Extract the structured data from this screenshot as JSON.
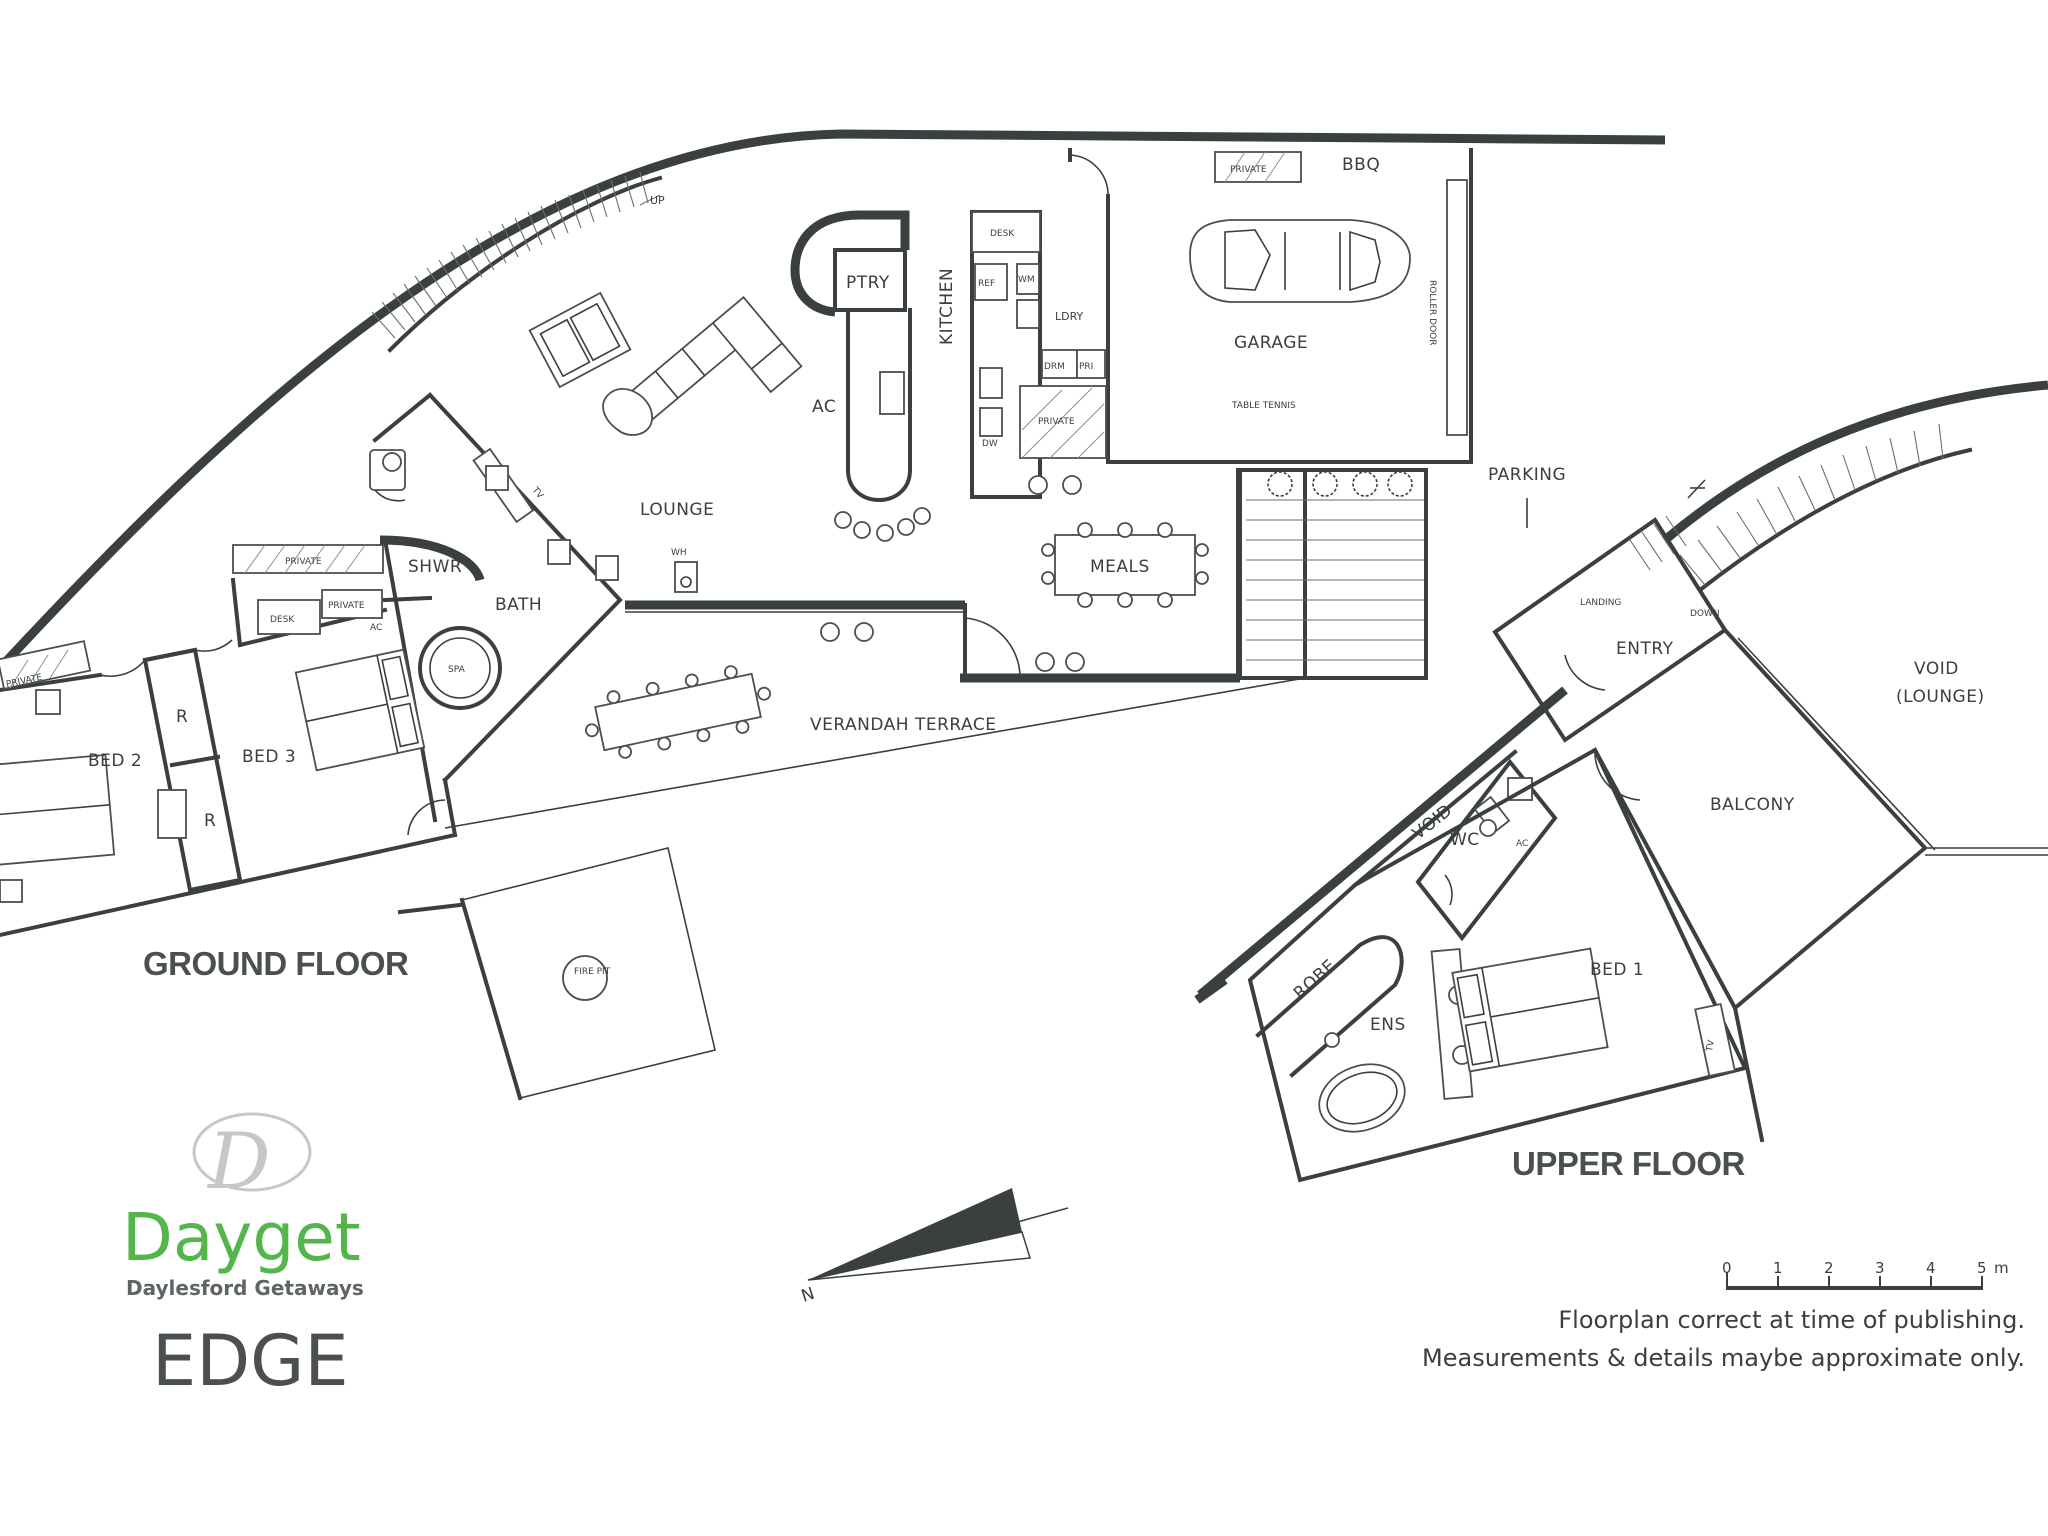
{
  "rooms": {
    "lounge": "LOUNGE",
    "kitchen": "KITCHEN",
    "pantry": "PTRY",
    "ac_kitchen": "AC",
    "desk_kitchen": "DESK",
    "ref": "REF",
    "wm": "WM",
    "ldry": "LDRY",
    "drm": "DRM",
    "pri": "PRI",
    "dw": "DW",
    "private_kitchen": "PRIVATE",
    "garage": "GARAGE",
    "table_tennis": "TABLE TENNIS",
    "roller_door": "ROLLER DOOR",
    "bbq": "BBQ",
    "private_garage": "PRIVATE",
    "meals": "MEALS",
    "verandah_terrace": "VERANDAH TERRACE",
    "parking": "PARKING",
    "bath": "BATH",
    "shwr": "SHWR",
    "spa": "SPA",
    "tv_lounge": "TV",
    "wh": "WH",
    "bed2": "BED 2",
    "bed3": "BED 3",
    "robe_r1": "R",
    "robe_r2": "R",
    "private_bed2": "PRIVATE",
    "private_hall": "PRIVATE",
    "private_bed3": "PRIVATE",
    "desk_bed3": "DESK",
    "ac_bed3": "AC",
    "fire_pit": "FIRE PIT",
    "up": "UP",
    "landing": "LANDING",
    "down": "DOWN",
    "entry": "ENTRY",
    "void_lounge": "VOID",
    "void_lounge_sub": "(LOUNGE)",
    "balcony": "BALCONY",
    "void": "VOID",
    "wc": "WC",
    "ac_upper": "AC",
    "robe": "ROBE",
    "ens": "ENS",
    "bed1": "BED 1",
    "tv_bed1": "TV"
  },
  "floors": {
    "ground": "GROUND FLOOR",
    "upper": "UPPER FLOOR"
  },
  "brand": {
    "monogram": "D",
    "name": "Dayget",
    "tagline": "Daylesford Getaways",
    "property": "EDGE"
  },
  "scale": {
    "ticks": [
      "0",
      "1",
      "2",
      "3",
      "4",
      "5"
    ],
    "unit": "m"
  },
  "north": "N",
  "notes": {
    "line1": "Floorplan correct at time of publishing.",
    "line2": "Measurements & details maybe approximate only."
  },
  "colors": {
    "walls": "#3a3f40",
    "brand_green": "#54b64a",
    "text": "#3a3f40"
  }
}
